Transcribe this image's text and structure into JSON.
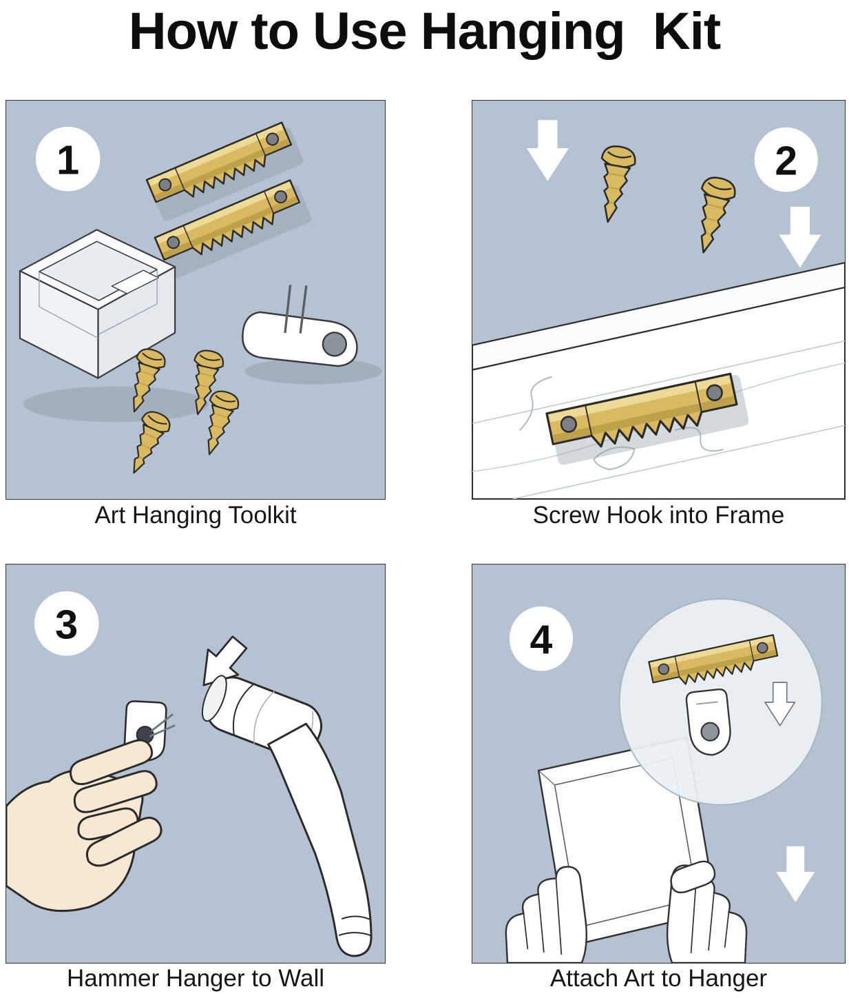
{
  "title": "How to Use Hanging  Kit",
  "steps": [
    {
      "number": "1",
      "caption": "Art Hanging Toolkit"
    },
    {
      "number": "2",
      "caption": "Screw Hook into Frame"
    },
    {
      "number": "3",
      "caption": "Hammer Hanger to Wall"
    },
    {
      "number": "4",
      "caption": "Attach Art to Hanger"
    }
  ],
  "colors": {
    "panel_background": "#b4c2d1",
    "brass": "#d9ba62",
    "brass_shadow": "#bd9f49",
    "brass_highlight": "#f0dfa0",
    "outline": "#2b2b2b",
    "skin": "#f6e8d2",
    "white": "#ffffff"
  }
}
